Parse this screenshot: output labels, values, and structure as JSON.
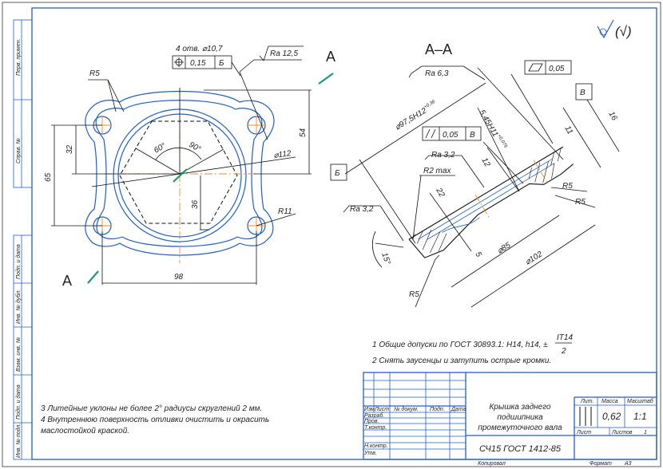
{
  "stamp_left": {
    "upper": [
      "Перв. примен.",
      "Справ. №"
    ],
    "lower": [
      "Подп. и дата",
      "Инв. № дубл.",
      "Взам. инв. №",
      "Подп. и дата",
      "Инв. № подл."
    ]
  },
  "roughness_general": "(√)",
  "plan_view": {
    "holes_note": "4 отв. ⌀10,7",
    "position_tolerance": {
      "value": "0,15",
      "datum": "Б"
    },
    "roughness": "Ra 12,5",
    "section_mark": "A",
    "dims": {
      "r5": "R5",
      "d32": "32",
      "d65": "65",
      "d54": "54",
      "a60": "60°",
      "a90": "90°",
      "d112": "⌀112",
      "d36": "36",
      "r11": "R11",
      "d98": "98"
    }
  },
  "section_view": {
    "title": "A–A",
    "roughness_top": "Ra 6,3",
    "dia_975": "⌀97,5H12",
    "dia_975_tol": "+0,36",
    "dim_545": "5,45H11",
    "dim_545_tol": "+0,075",
    "flatness": "0,05",
    "datum_v": "В",
    "datum_b": "Б",
    "parallel": {
      "value": "0,05",
      "datum": "В"
    },
    "d11": "11",
    "d16": "16",
    "ra32_a": "Ra 3,2",
    "r2max": "R2 max",
    "d12": "12",
    "d22": "22",
    "r5_a": "R5",
    "r5_b": "R5",
    "ra32_b": "Ra 3,2",
    "a15": "15°",
    "d5": "5",
    "d85": "⌀85",
    "d102": "⌀102",
    "r5_c": "R5"
  },
  "notes": {
    "n1_prefix": "1 Общие допуски по ГОСТ 30893.1: H14, h14, ±",
    "n1_num": "IT14",
    "n1_den": "2",
    "n2": "2 Снять заусенцы и затупить острые кромки.",
    "n3": "3  Литейные уклоны не более 2° радиусы скруглений 2 мм.",
    "n4a": "4 Внутреннюю   поверхность   отливки   очистить   и   окрасить",
    "n4b": "маслостойкой краской."
  },
  "title_block": {
    "headers": [
      "Изм.",
      "Лист",
      "№ докум.",
      "Подп.",
      "Дата"
    ],
    "roles": [
      "Разраб.",
      "Пров.",
      "Т.контр.",
      "Н.контр.",
      "Утв."
    ],
    "name_lines": [
      "Крышка заднего",
      "подшипника",
      "промежуточного вала"
    ],
    "material": "СЧ15 ГОСТ 1412-85",
    "lit_label": "Лит.",
    "mass_label": "Масса",
    "scale_label": "Масштаб",
    "mass": "0,62",
    "scale": "1:1",
    "sheet_label": "Лист",
    "sheets_label": "Листов",
    "sheets": "1",
    "copied": "Копировал",
    "format_label": "Формат",
    "format": "A3"
  }
}
